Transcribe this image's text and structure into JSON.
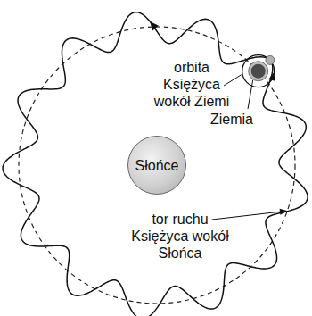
{
  "diagram": {
    "nodes": [
      {
        "text": [
          "Słońce"
        ]
      }
    ],
    "labels": [
      "orbita Księżyca wokół Ziemi",
      "Ziemia",
      "tor ruchu Księżyca wokół Słońca"
    ]
  }
}
